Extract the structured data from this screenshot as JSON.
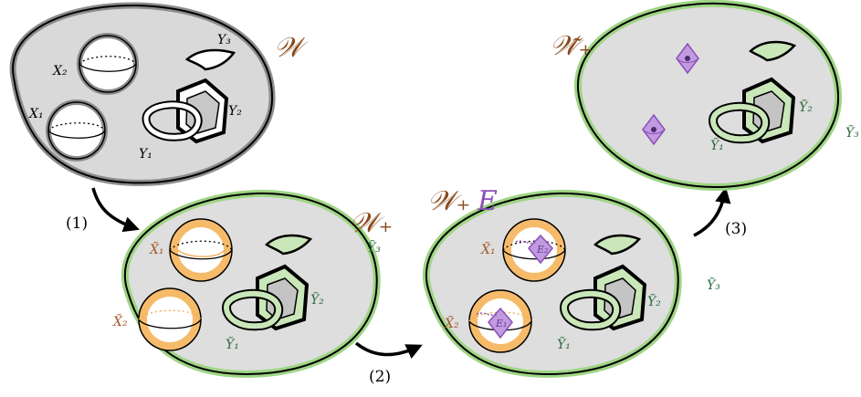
{
  "colors": {
    "grey_fill": "#dcdcdc",
    "dark_grey_fill": "#c0c0c0",
    "green": "#93cf7a",
    "green_text": "#2f6b3f",
    "orange": "#f4b866",
    "orange_text": "#a3582a",
    "brown": "#8a4a1c",
    "purple": "#8b4fb8",
    "purple_light": "#c29ae0"
  },
  "panel_original": {
    "title": "𝒲",
    "X2": "X₂",
    "X1": "X₁",
    "Y3": "Y₃",
    "Y2": "Y₂",
    "Y1": "Y₁"
  },
  "panel_plus": {
    "title": "𝒲₊",
    "X1": "X̃₁",
    "X2": "X̃₂",
    "Y3": "Ỹ₃",
    "Y2": "Ỹ₂",
    "Y1": "Ỹ₁"
  },
  "panel_plusE": {
    "title_main": "𝒲₊",
    "title_E": "E",
    "X1": "X̃₁",
    "X2": "X̃₂",
    "E1": "E₁",
    "E2": "E₂",
    "Y3": "Ỹ₃",
    "Y2": "Ỹ₂",
    "Y1": "Ỹ₁"
  },
  "panel_final": {
    "title": "𝒲̃₊",
    "Y2": "Ỹ₂",
    "Y1": "Ỹ₁",
    "Y3": "Ỹ₃"
  },
  "arrows": {
    "step1": "(1)",
    "step2": "(2)",
    "step3": "(3)"
  }
}
